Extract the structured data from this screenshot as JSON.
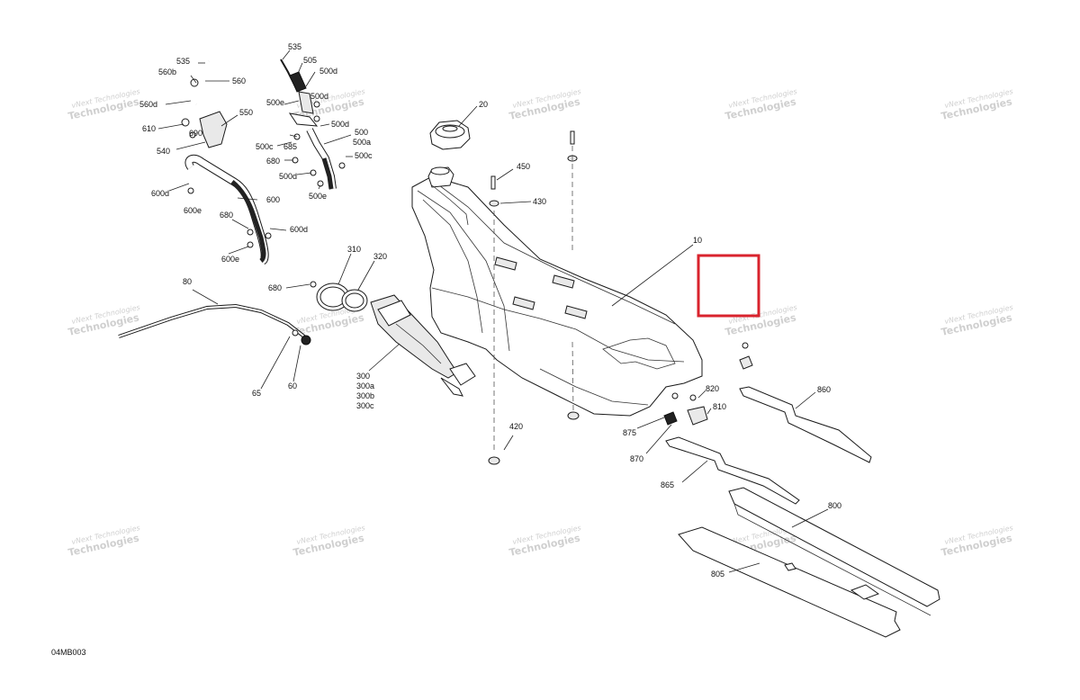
{
  "diagram": {
    "code": "04MB003",
    "watermark": {
      "line1": "vNext Technologies",
      "line2": "Technologies"
    },
    "highlight_color": "#d9232d",
    "callouts": {
      "c535a": "535",
      "c560b": "560b",
      "c560": "560",
      "c560d": "560d",
      "c550": "550",
      "c610": "610",
      "c690": "690",
      "c540": "540",
      "c600d": "600d",
      "c600e": "600e",
      "c600": "600",
      "c680a": "680",
      "c600d2": "600d",
      "c600e2": "600e",
      "c535b": "535",
      "c505": "505",
      "c500d1": "500d",
      "c500e1": "500e",
      "c500d2": "500d",
      "c500d3": "500d",
      "c500": "500",
      "c500a": "500a",
      "c500c1": "500c",
      "c685": "685",
      "c680b": "680",
      "c500c2": "500c",
      "c500d4": "500d",
      "c500e2": "500e",
      "c20": "20",
      "c450": "450",
      "c430": "430",
      "c10": "10",
      "c310": "310",
      "c320": "320",
      "c680c": "680",
      "c80": "80",
      "c65": "65",
      "c60": "60",
      "c300": "300",
      "c300a": "300a",
      "c300b": "300b",
      "c300c": "300c",
      "c420": "420",
      "c875": "875",
      "c870": "870",
      "c820": "820",
      "c810": "810",
      "c860": "860",
      "c865": "865",
      "c800": "800",
      "c805": "805"
    }
  }
}
